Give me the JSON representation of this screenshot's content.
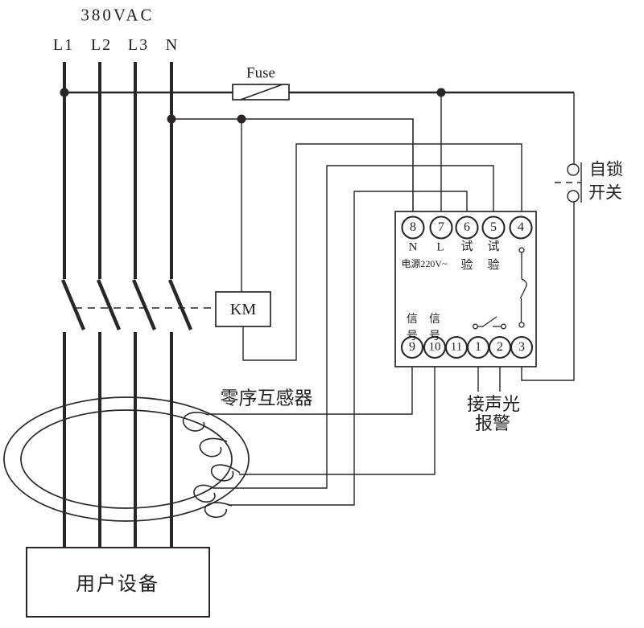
{
  "colors": {
    "ink": "#2a2627",
    "background": "#ffffff"
  },
  "header": {
    "voltage": "380VAC",
    "phases": [
      "L1",
      "L2",
      "L3",
      "N"
    ]
  },
  "fuse": {
    "label": "Fuse"
  },
  "contactor": {
    "label": "KM"
  },
  "ct": {
    "label": "零序互感器"
  },
  "latch_switch": {
    "line1": "自锁",
    "line2": "开关"
  },
  "alarm": {
    "line1": "接声光",
    "line2": "报警"
  },
  "load": {
    "label": "用户设备"
  },
  "relay": {
    "top_terminals": [
      "8",
      "7",
      "6",
      "5",
      "4"
    ],
    "bottom_terminals": [
      "9",
      "10",
      "11",
      "1",
      "2",
      "3"
    ],
    "neutral_label": "N",
    "line_label": "L",
    "test_label_1": "试验",
    "test_label_2": "试验",
    "power_label": "电源220V~",
    "signal_label_1": "信号",
    "signal_label_2": "信号"
  }
}
